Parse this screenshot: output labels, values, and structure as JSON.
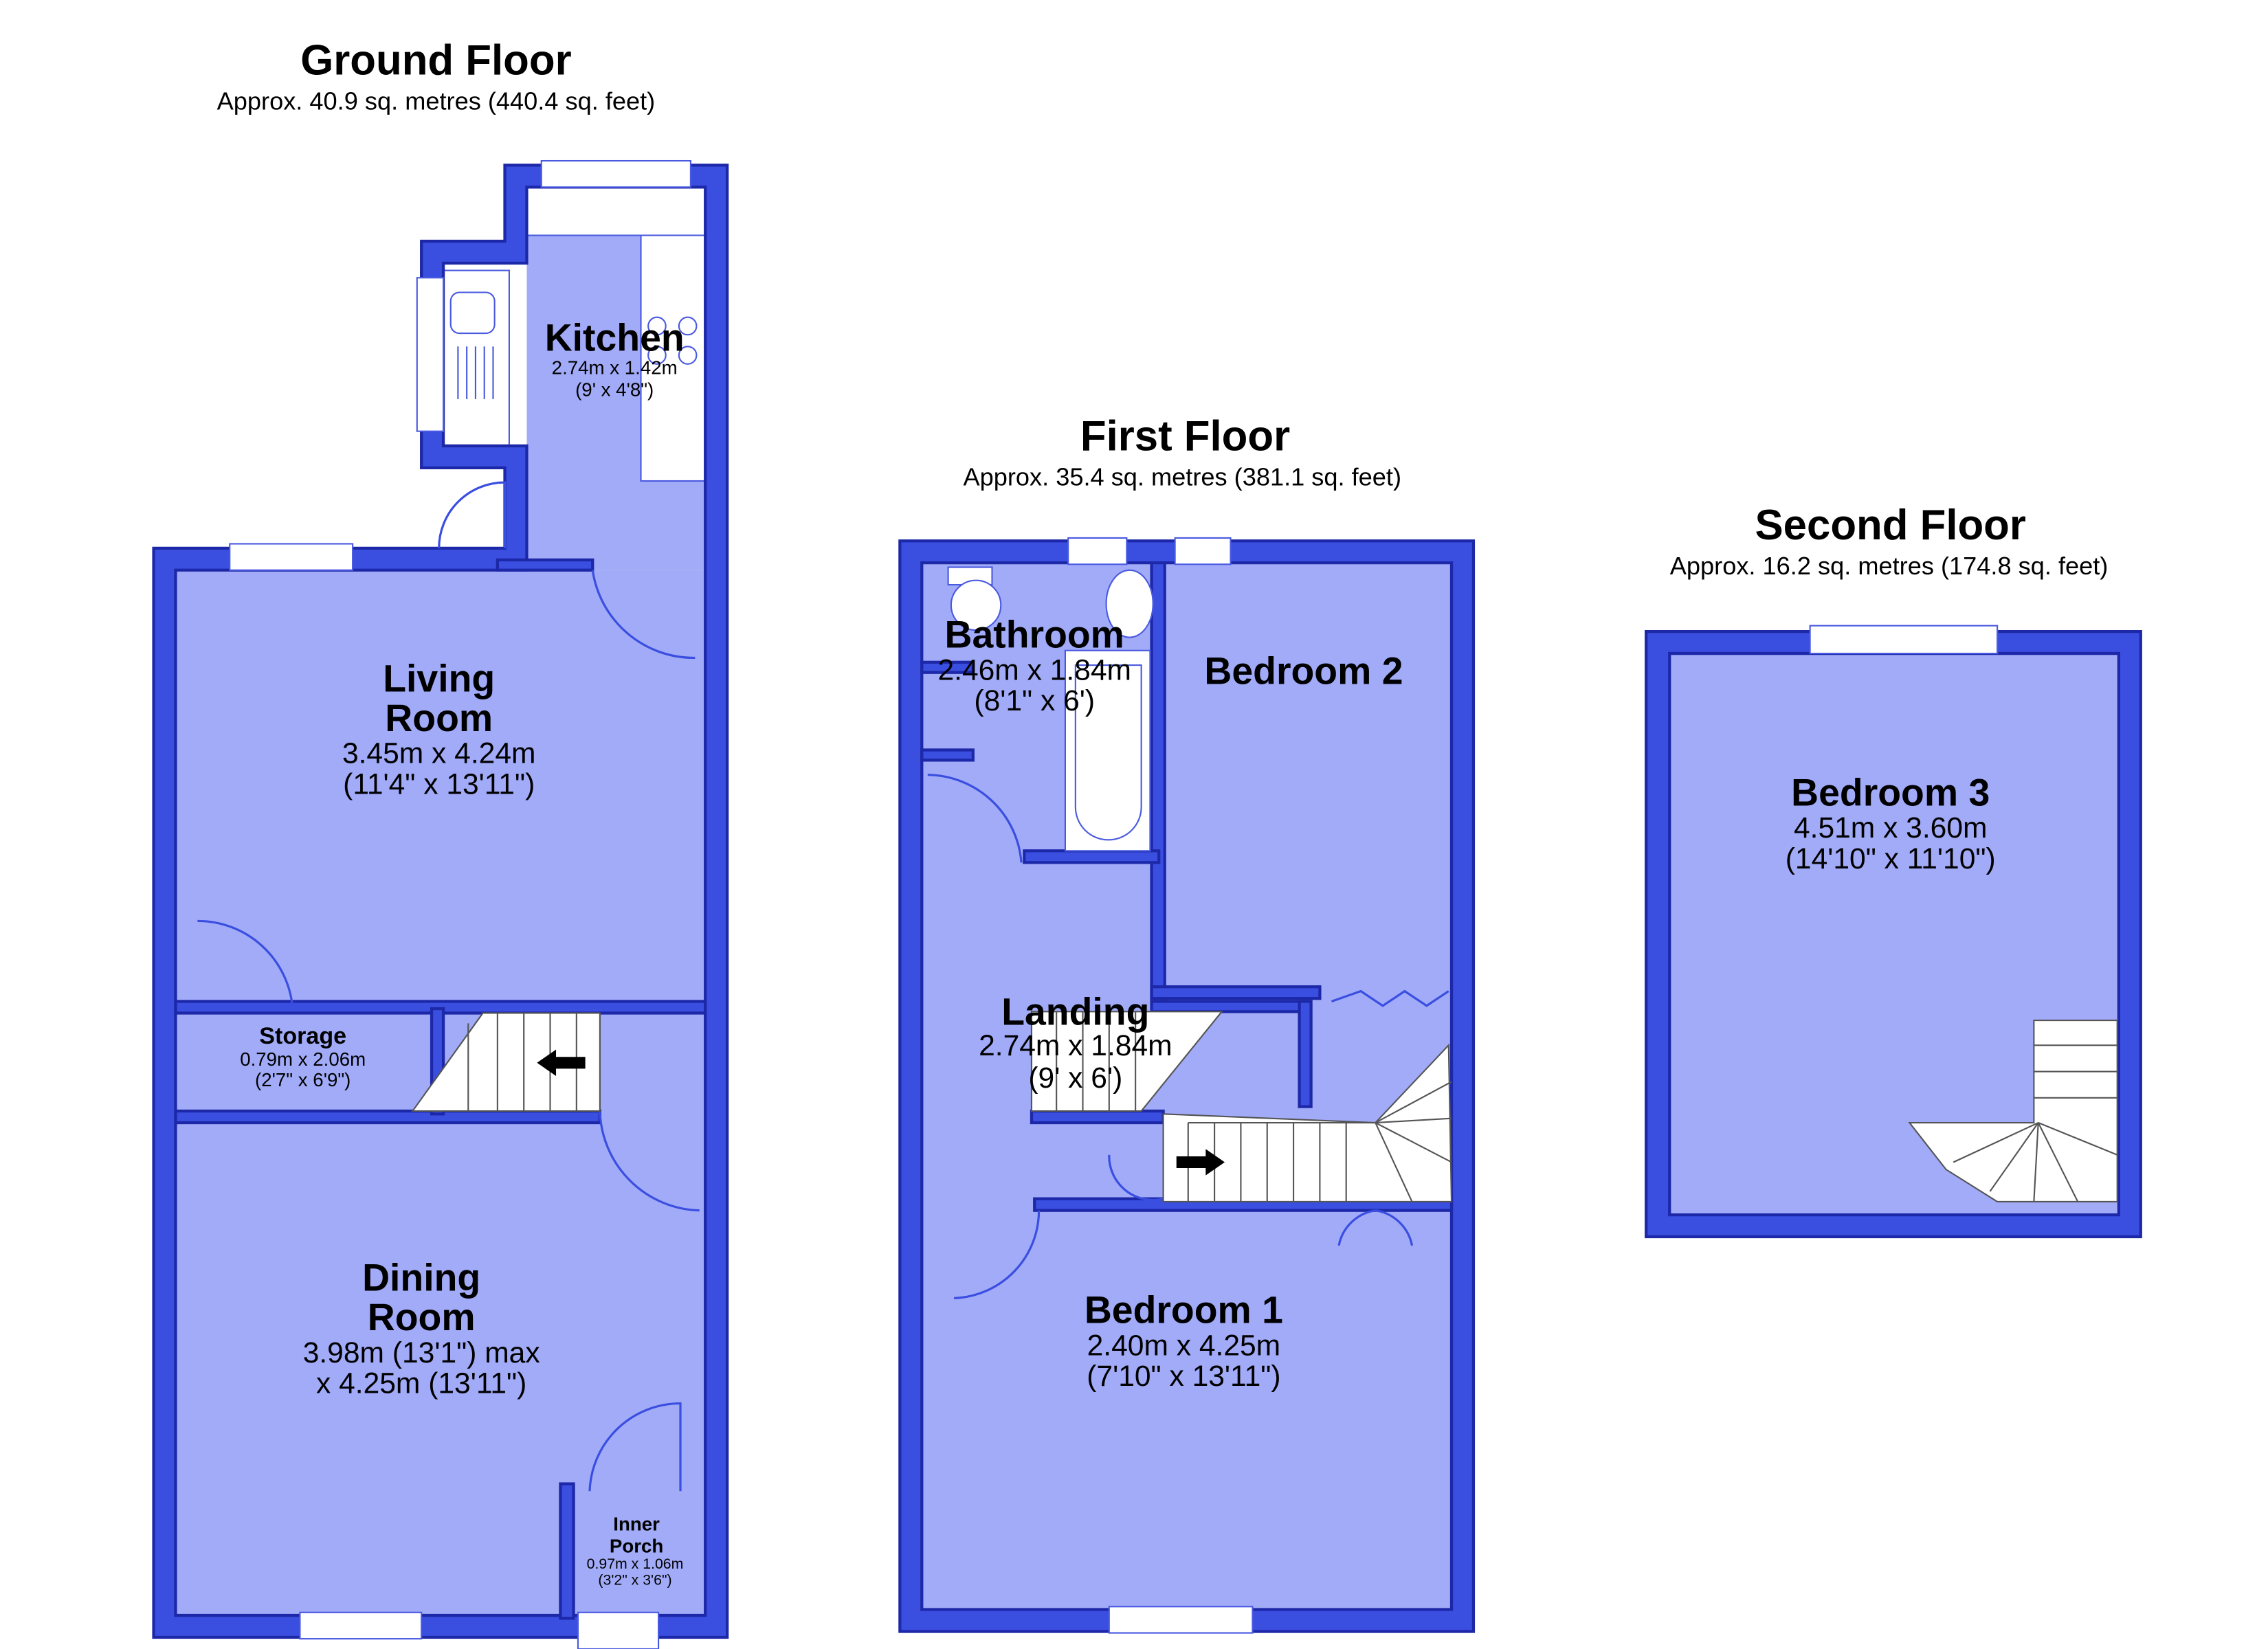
{
  "colors": {
    "wall": "#3a4ee0",
    "floor": "#a1abf8",
    "fixture": "#ffffff"
  },
  "floors": {
    "ground": {
      "title": "Ground Floor",
      "area": "Approx. 40.9 sq. metres (440.4 sq. feet)",
      "rooms": {
        "kitchen": {
          "name": "Kitchen",
          "dim_m": "2.74m x 1.42m",
          "dim_ft": "(9' x 4'8\")"
        },
        "living": {
          "name1": "Living",
          "name2": "Room",
          "dim_m": "3.45m x 4.24m",
          "dim_ft": "(11'4\" x 13'11\")"
        },
        "storage": {
          "name": "Storage",
          "dim_m": "0.79m x 2.06m",
          "dim_ft": "(2'7\" x 6'9\")"
        },
        "dining": {
          "name1": "Dining",
          "name2": "Room",
          "dim_m": "3.98m (13'1\") max",
          "dim_ft": "x 4.25m (13'11\")"
        },
        "porch": {
          "name1": "Inner",
          "name2": "Porch",
          "dim_m": "0.97m x 1.06m",
          "dim_ft": "(3'2\" x 3'6\")"
        }
      }
    },
    "first": {
      "title": "First Floor",
      "area": "Approx. 35.4 sq. metres (381.1 sq. feet)",
      "rooms": {
        "bathroom": {
          "name": "Bathroom",
          "dim_m": "2.46m x 1.84m",
          "dim_ft": "(8'1\" x 6')"
        },
        "bedroom2": {
          "name": "Bedroom 2"
        },
        "landing": {
          "name": "Landing",
          "dim_m": "2.74m x 1.84m",
          "dim_ft": "(9' x 6')"
        },
        "bedroom1": {
          "name": "Bedroom 1",
          "dim_m": "2.40m x 4.25m",
          "dim_ft": "(7'10\" x 13'11\")"
        }
      }
    },
    "second": {
      "title": "Second Floor",
      "area": "Approx. 16.2 sq. metres (174.8 sq. feet)",
      "rooms": {
        "bedroom3": {
          "name": "Bedroom 3",
          "dim_m": "4.51m x 3.60m",
          "dim_ft": "(14'10\" x 11'10\")"
        }
      }
    }
  }
}
